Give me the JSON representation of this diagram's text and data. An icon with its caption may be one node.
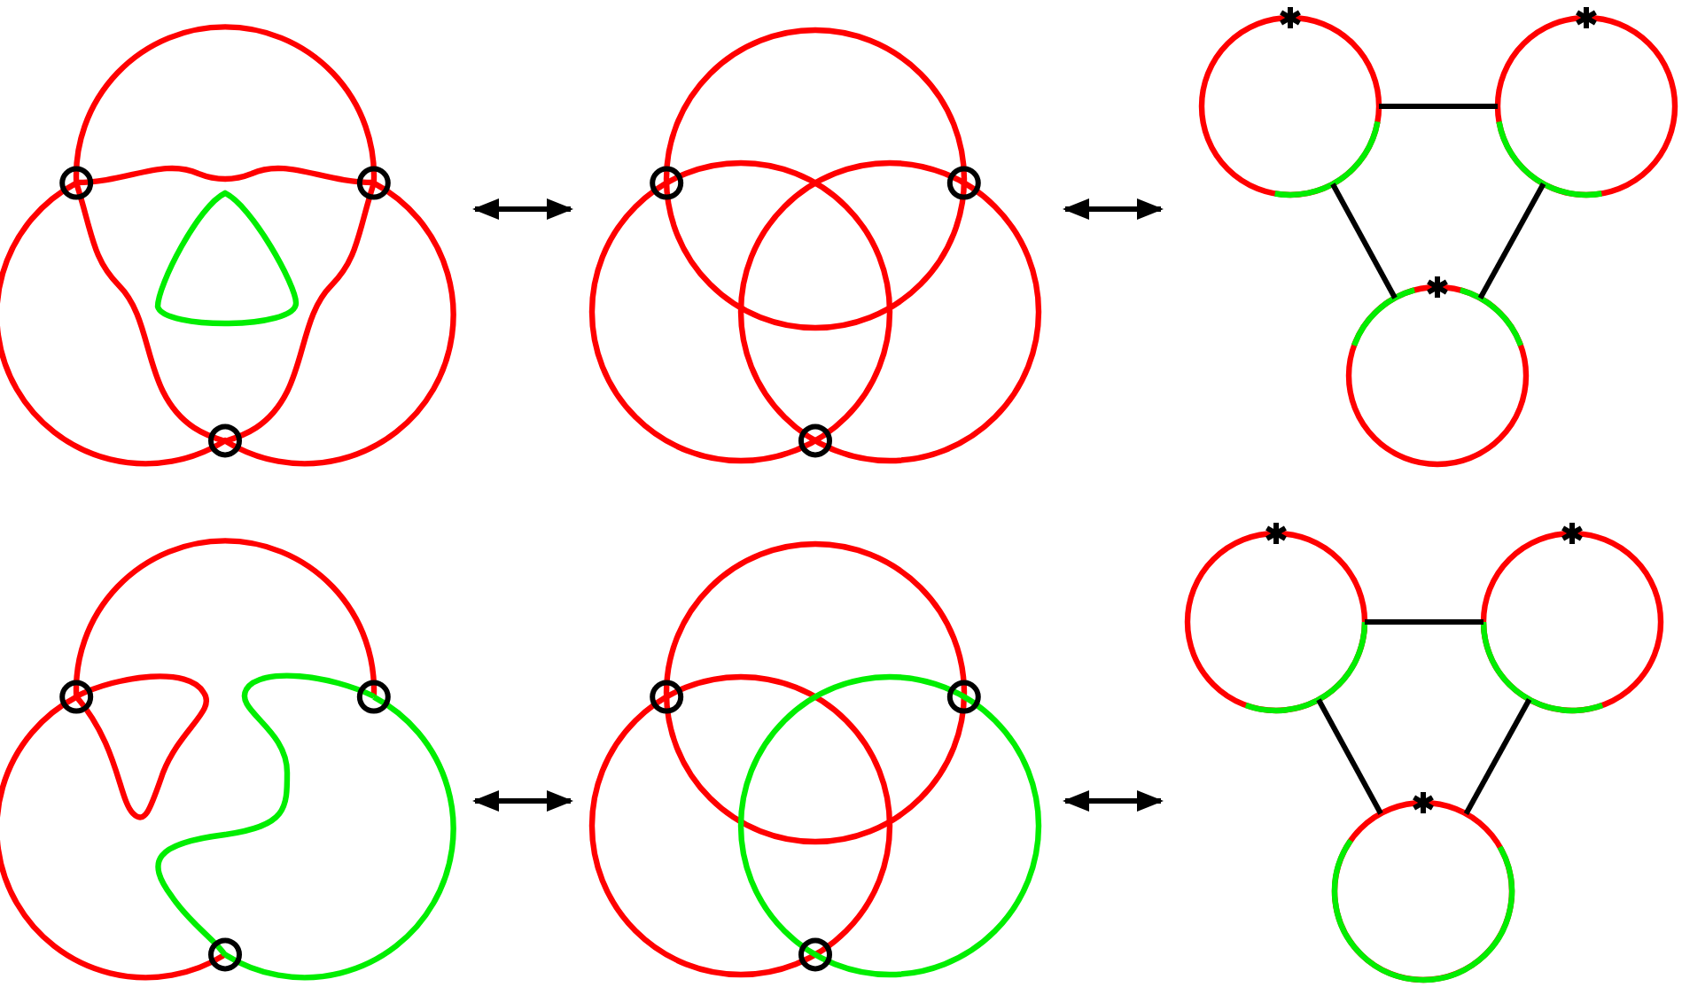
{
  "diagram": {
    "nodes": [
      {
        "text": [],
        "shape": "picture"
      },
      {
        "text": [],
        "shape": "picture"
      },
      {
        "text": [],
        "shape": "picture"
      },
      {
        "text": [],
        "shape": "circle",
        "in": 2
      },
      {
        "text": [],
        "shape": "circle",
        "in": 2
      },
      {
        "text": [],
        "shape": "circle",
        "in": 2
      },
      {
        "text": [],
        "shape": "picture"
      },
      {
        "text": [],
        "shape": "picture"
      },
      {
        "text": [],
        "shape": "picture"
      },
      {
        "text": [],
        "shape": "circle",
        "in": 8
      },
      {
        "text": [],
        "shape": "circle",
        "in": 8
      },
      {
        "text": [],
        "shape": "circle",
        "in": 8
      }
    ],
    "edges": [
      {
        "from": 0,
        "to": 1,
        "arrow": "both"
      },
      {
        "from": 1,
        "to": 2,
        "arrow": "both"
      },
      {
        "from": 3,
        "to": 4,
        "arrow": "none"
      },
      {
        "from": 3,
        "to": 5,
        "arrow": "none"
      },
      {
        "from": 4,
        "to": 5,
        "arrow": "none"
      },
      {
        "from": 6,
        "to": 7,
        "arrow": "both"
      },
      {
        "from": 7,
        "to": 8,
        "arrow": "both"
      },
      {
        "from": 9,
        "to": 10,
        "arrow": "none"
      },
      {
        "from": 9,
        "to": 11,
        "arrow": "none"
      },
      {
        "from": 10,
        "to": 11,
        "arrow": "none"
      }
    ]
  }
}
